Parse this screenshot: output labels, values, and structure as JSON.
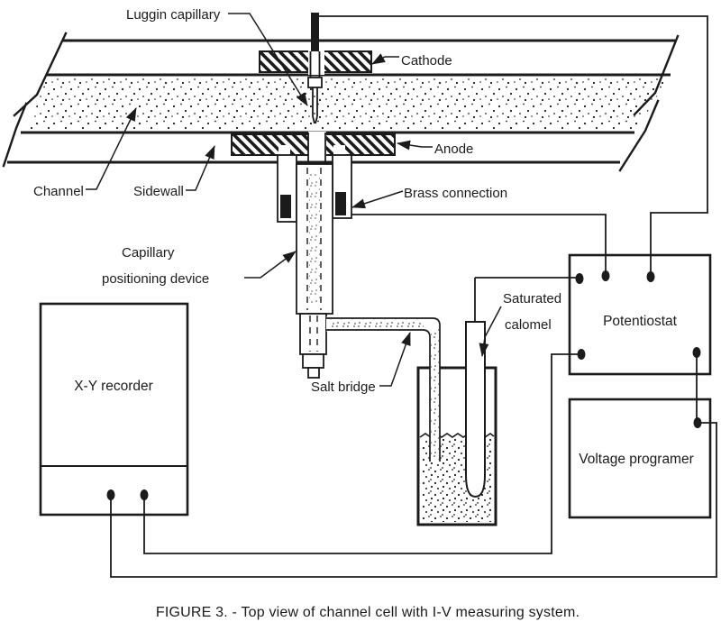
{
  "diagram": {
    "caption": "FIGURE 3. - Top view of channel cell with I-V measuring system.",
    "cell_labels": {
      "luggin_capillary": "Luggin capillary",
      "cathode": "Cathode",
      "anode": "Anode",
      "channel": "Channel",
      "sidewall": "Sidewall",
      "brass_connection": "Brass connection",
      "capillary_positioning_device": {
        "line1": "Capillary",
        "line2": "positioning device"
      },
      "salt_bridge": "Salt bridge",
      "saturated_calomel": {
        "line1": "Saturated",
        "line2": "calomel"
      }
    },
    "instruments": {
      "xy_recorder": "X-Y recorder",
      "potentiostat": "Potentiostat",
      "voltage_programer": "Voltage programer"
    },
    "colors": {
      "ink": "#1b1b1b",
      "paper": "#ffffff"
    }
  }
}
